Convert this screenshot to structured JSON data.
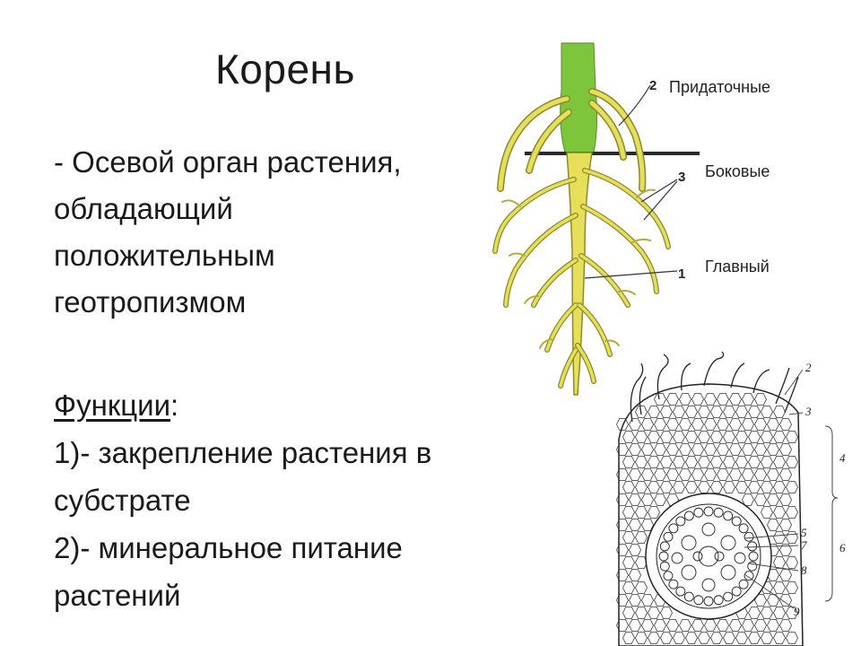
{
  "slide": {
    "title": "Корень",
    "definition_lines": [
      "- Осевой орган растения,",
      "обладающий",
      "положительным",
      "геотропизмом"
    ],
    "functions_heading": "Функции",
    "functions_heading_suffix": ":",
    "function_lines": [
      "1)- закрепление растения в",
      "субстрате",
      "2)- минеральное питание",
      "растений"
    ]
  },
  "root_diagram": {
    "labels": [
      {
        "num": "2",
        "text": "Придаточные"
      },
      {
        "num": "3",
        "text": "Боковые"
      },
      {
        "num": "1",
        "text": "Главный"
      }
    ],
    "colors": {
      "stem": "#7dc53a",
      "root": "#e7df5a",
      "root_outline": "#8a8a2e"
    }
  },
  "cross_section": {
    "labels": [
      "2",
      "3",
      "4",
      "5",
      "7",
      "6",
      "8",
      "9"
    ]
  }
}
